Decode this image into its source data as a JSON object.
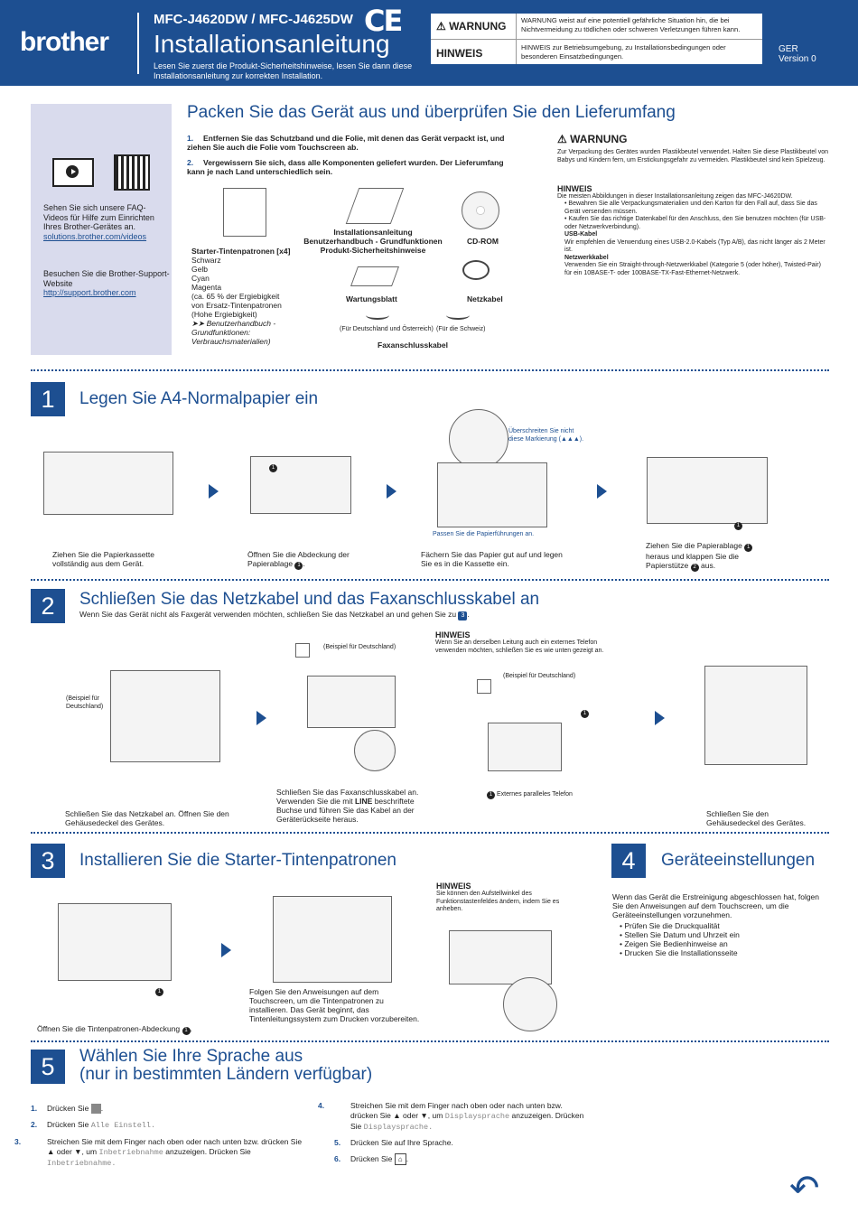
{
  "header": {
    "logo": "brother",
    "model": "MFC-J4620DW / MFC-J4625DW",
    "title": "Installationsanleitung",
    "subtitle": "Lesen Sie zuerst die Produkt-Sicherheitshinweise, lesen Sie dann diese Installationsanleitung zur korrekten Installation.",
    "ce_mark": "CE",
    "warning_label": "WARNUNG",
    "warning_text": "WARNUNG weist auf eine potentiell gefährliche Situation hin, die bei Nichtvermeidung zu tödlichen oder schweren Verletzungen führen kann.",
    "note_label": "HINWEIS",
    "note_text": "HINWEIS zur Betriebsumgebung, zu Installationsbedingungen oder besonderen Einsatzbedingungen.",
    "lang": "GER",
    "version": "Version 0"
  },
  "sidebar": {
    "faq_text": "Sehen Sie sich unsere FAQ-Videos für Hilfe zum Einrichten Ihres Brother-Gerätes an.",
    "faq_link": "solutions.brother.com/videos",
    "support_text": "Besuchen Sie die Brother-Support-Website",
    "support_link": "http://support.brother.com"
  },
  "unpack": {
    "title": "Packen Sie das Gerät aus und überprüfen Sie den Lieferumfang",
    "step1_num": "1.",
    "step1": "Entfernen Sie das Schutzband und die Folie, mit denen das Gerät verpackt ist, und ziehen Sie auch die Folie vom Touchscreen ab.",
    "step2_num": "2.",
    "step2": "Vergewissern Sie sich, dass alle Komponenten geliefert wurden. Der Lieferumfang kann je nach Land unterschiedlich sein.",
    "cartridges_title": "Starter-Tintenpatronen [x4]",
    "cartridges_colors": [
      "Schwarz",
      "Gelb",
      "Cyan",
      "Magenta"
    ],
    "cartridges_note": "(ca. 65 % der Ergiebigkeit von Ersatz-Tintenpatronen (Hohe Ergiebigkeit)",
    "cartridges_ref": "Benutzerhandbuch - Grundfunktionen: Verbrauchsmaterialien)",
    "manuals_label": "Installationsanleitung Benutzerhandbuch - Grundfunktionen Produkt-Sicherheitshinweise",
    "cdrom_label": "CD-ROM",
    "maint_label": "Wartungsblatt",
    "power_label": "Netzkabel",
    "fax_de": "(Für Deutschland und Österreich)",
    "fax_ch": "(Für die Schweiz)",
    "fax_label": "Faxanschlusskabel",
    "warn_label": "WARNUNG",
    "warn_text": "Zur Verpackung des Gerätes wurden Plastikbeutel verwendet. Halten Sie diese Plastikbeutel von Babys und Kindern fern, um Erstickungsgefahr zu vermeiden. Plastikbeutel sind kein Spielzeug.",
    "note_label": "HINWEIS",
    "note_intro": "Die meisten Abbildungen in dieser Installationsanleitung zeigen das MFC-J4620DW.",
    "note_b1": "Bewahren Sie alle Verpackungsmaterialien und den Karton für den Fall auf, dass Sie das Gerät versenden müssen.",
    "note_b2": "Kaufen Sie das richtige Datenkabel für den Anschluss, den Sie benutzen möchten (für USB- oder Netzwerkverbindung).",
    "usb_label": "USB-Kabel",
    "usb_text": "Wir empfehlen die Verwendung eines USB-2.0-Kabels (Typ A/B), das nicht länger als 2 Meter ist.",
    "net_label": "Netzwerkkabel",
    "net_text": "Verwenden Sie ein Straight-through-Netzwerkkabel (Kategorie 5 (oder höher), Twisted-Pair) für ein 10BASE-T- oder 100BASE-TX-Fast-Ethernet-Netzwerk."
  },
  "s1": {
    "num": "1",
    "title": "Legen Sie A4-Normalpapier ein",
    "callout": "Überschreiten Sie nicht diese Markierung (▲▲▲).",
    "guides": "Passen Sie die Papierführungen an.",
    "c1": "Ziehen Sie die Papierkassette vollständig aus dem Gerät.",
    "c2": "Öffnen Sie die Abdeckung der Papierablage",
    "c3": "Fächern Sie das Papier gut auf und legen Sie es in die Kassette ein.",
    "c4a": "Ziehen Sie die Papierablage",
    "c4b": "heraus und klappen Sie die Papierstütze",
    "c4c": "aus."
  },
  "s2": {
    "num": "2",
    "title": "Schließen Sie das Netzkabel und das Faxanschlusskabel an",
    "subtitle": "Wenn Sie das Gerät nicht als Faxgerät verwenden möchten, schließen Sie das Netzkabel an und gehen Sie zu",
    "subtitle_ref": "3",
    "example_de": "(Beispiel für Deutschland)",
    "note_label": "HINWEIS",
    "note_text": "Wenn Sie an derselben Leitung auch ein externes Telefon verwenden möchten, schließen Sie es wie unten gezeigt an.",
    "ext_phone": "Externes paralleles Telefon",
    "c1": "Schließen Sie das Netzkabel an. Öffnen Sie den Gehäusedeckel des Gerätes.",
    "c2a": "Schließen Sie das Faxanschlusskabel an. Verwenden Sie die mit",
    "c2b": "LINE",
    "c2c": "beschriftete Buchse und führen Sie das Kabel an der Geräterückseite heraus.",
    "c4": "Schließen Sie den Gehäusedeckel des Gerätes."
  },
  "s3": {
    "num": "3",
    "title": "Installieren Sie die Starter-Tintenpatronen",
    "note_label": "HINWEIS",
    "note_text": "Sie können den Aufstellwinkel des Funktionstastenfeldes ändern, indem Sie es anheben.",
    "c1": "Öffnen Sie die Tintenpatronen-Abdeckung",
    "c2": "Folgen Sie den Anweisungen auf dem Touchscreen, um die Tintenpatronen zu installieren. Das Gerät beginnt, das Tintenleitungssystem zum Drucken vorzubereiten."
  },
  "s4": {
    "num": "4",
    "title": "Geräteeinstellungen",
    "intro": "Wenn das Gerät die Erstreinigung abgeschlossen hat, folgen Sie den Anweisungen auf dem Touchscreen, um die Geräteeinstellungen vorzunehmen.",
    "items": [
      "Prüfen Sie die Druckqualität",
      "Stellen Sie Datum und Uhrzeit ein",
      "Zeigen Sie Bedienhinweise an",
      "Drucken Sie die Installationsseite"
    ]
  },
  "s5": {
    "num": "5",
    "title1": "Wählen Sie Ihre Sprache aus",
    "title2": "(nur in bestimmten Ländern verfügbar)",
    "st1_num": "1.",
    "st1": "Drücken Sie",
    "st2_num": "2.",
    "st2": "Drücken Sie",
    "st2_m": "Alle Einstell.",
    "st3_num": "3.",
    "st3a": "Streichen Sie mit dem Finger nach oben oder nach unten bzw. drücken Sie ▲ oder ▼, um",
    "st3_m1": "Inbetriebnahme",
    "st3b": "anzuzeigen. Drücken Sie",
    "st3_m2": "Inbetriebnahme.",
    "st4_num": "4.",
    "st4a": "Streichen Sie mit dem Finger nach oben oder nach unten bzw. drücken Sie ▲ oder ▼, um",
    "st4_m1": "Displaysprache",
    "st4b": "anzuzeigen. Drücken Sie",
    "st4_m2": "Displaysprache.",
    "st5_num": "5.",
    "st5": "Drücken Sie auf Ihre Sprache.",
    "st6_num": "6.",
    "st6": "Drücken Sie"
  },
  "colors": {
    "brand": "#1d4f91",
    "sidebar": "#d9dbed"
  }
}
